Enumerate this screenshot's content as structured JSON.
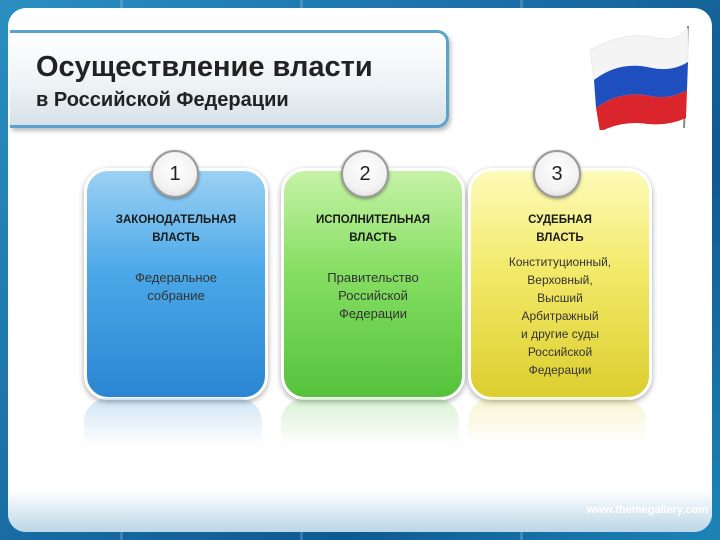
{
  "title": {
    "main": "Осуществление власти",
    "sub": "в Российской Федерации"
  },
  "branches": [
    {
      "number": "1",
      "head_line1": "ЗАКОНОДАТЕЛЬНАЯ",
      "head_line2": "ВЛАСТЬ",
      "body": [
        "Федеральное",
        "собрание"
      ],
      "color": "#3a9ae0"
    },
    {
      "number": "2",
      "head_line1": "ИСПОЛНИТЕЛЬНАЯ",
      "head_line2": "ВЛАСТЬ",
      "body": [
        "Правительство",
        "Российской",
        "Федерации"
      ],
      "color": "#6fd24e"
    },
    {
      "number": "3",
      "head_line1": "СУДЕБНАЯ",
      "head_line2": "ВЛАСТЬ",
      "body": [
        "Конституционный,",
        "Верховный,",
        "Высший",
        "Арбитражный",
        "и другие суды",
        "Российской",
        "Федерации"
      ],
      "color": "#e8dc48"
    }
  ],
  "footer": {
    "site": "www.themegallery.com"
  },
  "icons": {
    "flag": "russian-flag-icon"
  },
  "colors": {
    "frame": "#1a6fa6",
    "title_border": "#5aa3cf"
  }
}
